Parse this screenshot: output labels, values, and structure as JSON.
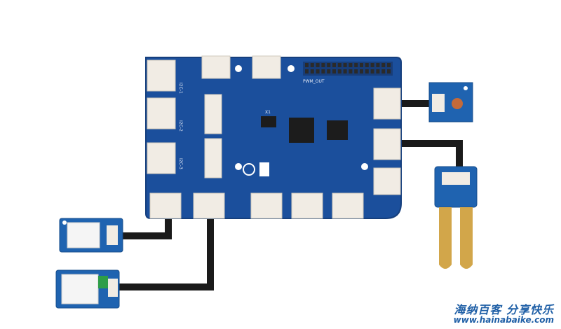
{
  "image": {
    "subject": "hardware-hookup-photo"
  },
  "colors": {
    "background": "#ffffff",
    "hub_board": "#1b4f9c",
    "hub_board_edge": "#163f7d",
    "connector": "#f1ece4",
    "cable": "#1a1a1a",
    "module_board": "#1f63b0",
    "gold_probe": "#d2a64a",
    "watermark": "#1f5fa6"
  },
  "hub": {
    "silkscreen": {
      "label_a": "I2C-1",
      "label_b": "I2C-2",
      "label_c": "I2C-3",
      "top_label": "PWM_OUT",
      "chip_label": "X1"
    }
  },
  "modules": {
    "light_sensor": {
      "icon": "light-sensor-module-icon"
    },
    "moisture_sensor": {
      "icon": "soil-moisture-sensor-icon"
    },
    "temp_humidity_sensor": {
      "icon": "temperature-humidity-sensor-icon"
    },
    "relay": {
      "icon": "relay-module-icon"
    }
  },
  "watermark": {
    "line1": "海纳百客 分享快乐",
    "line2": "www.hainabaike.com"
  }
}
